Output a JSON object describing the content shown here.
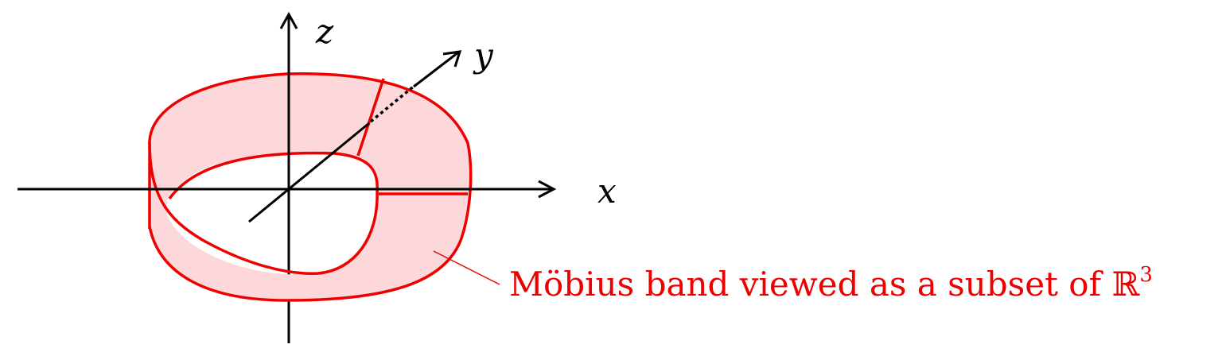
{
  "axes": {
    "x_label": "x",
    "y_label": "y",
    "z_label": "z"
  },
  "caption": {
    "text": "Möbius band viewed as a subset of ℝ",
    "superscript": "3"
  },
  "colors": {
    "band_stroke": "#ee0000",
    "band_fill": "#fdd8da",
    "caption": "#ee0000",
    "axis": "#000000"
  }
}
